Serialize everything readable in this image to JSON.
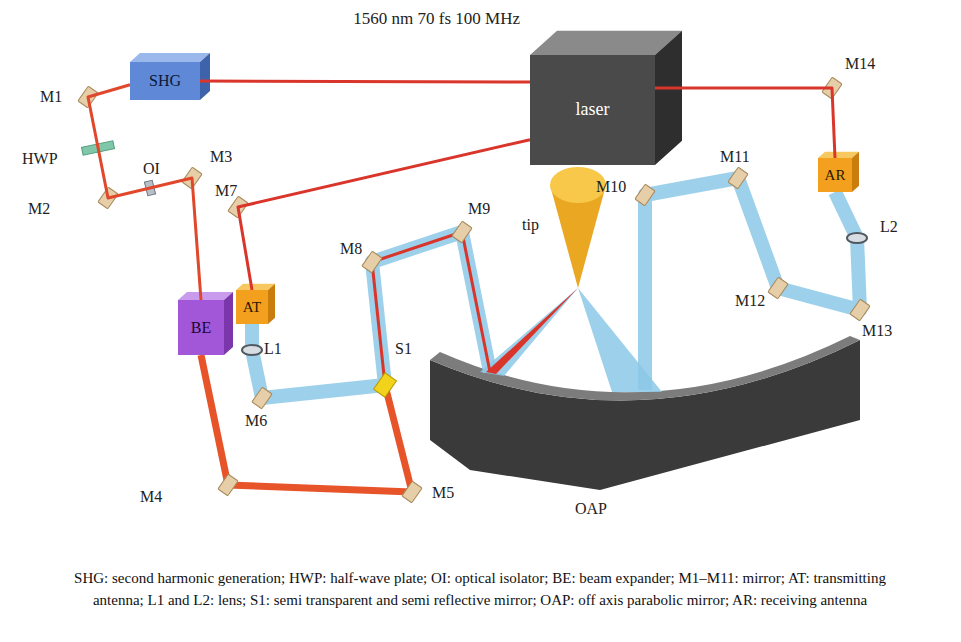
{
  "diagram": {
    "caption": "SHG: second harmonic generation; HWP: half-wave plate; OI: optical isolator; BE: beam expander; M1–M11: mirror; AT: transmitting antenna; L1 and L2: lens; S1: semi transparent and semi reflective mirror; OAP: off axis parabolic mirror; AR: receiving antenna",
    "nodes": [
      {
        "text": [
          "1560 nm 70 fs 100 MHz",
          "laser"
        ]
      },
      {
        "text": [
          "SHG"
        ]
      },
      {
        "text": [
          "BE"
        ]
      },
      {
        "text": [
          "AT"
        ]
      },
      {
        "text": [
          "AR"
        ]
      }
    ],
    "edges": [
      {
        "from": 0,
        "to": 1,
        "arrow": "none"
      },
      {
        "from": 1,
        "to": 2,
        "arrow": "none"
      },
      {
        "from": 0,
        "to": 3,
        "arrow": "none"
      },
      {
        "from": 0,
        "to": 4,
        "arrow": "none"
      }
    ],
    "labels": [
      "M1",
      "HWP",
      "M2",
      "OI",
      "M3",
      "M7",
      "L1",
      "M6",
      "S1",
      "M8",
      "M9",
      "tip",
      "M10",
      "M11",
      "M12",
      "M13",
      "L2",
      "M14",
      "M4",
      "M5",
      "OAP"
    ]
  }
}
